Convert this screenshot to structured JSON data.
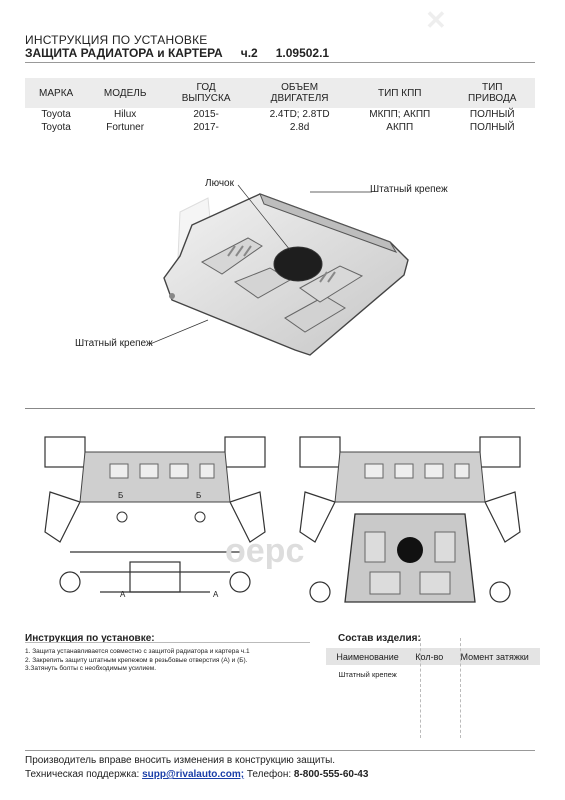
{
  "header": {
    "line1": "ИНСТРУКЦИЯ ПО УСТАНОВКЕ",
    "title": "ЗАЩИТА РАДИАТОРА и КАРТЕРА",
    "part": "ч.2",
    "code": "1.09502.1"
  },
  "spec_table": {
    "columns": [
      [
        "МАРКА"
      ],
      [
        "МОДЕЛЬ"
      ],
      [
        "ГОД",
        "ВЫПУСКА"
      ],
      [
        "ОБЪЕМ",
        "ДВИГАТЕЛЯ"
      ],
      [
        "ТИП КПП"
      ],
      [
        "ТИП",
        "ПРИВОДА"
      ]
    ],
    "rows": [
      [
        "Toyota",
        "Hilux",
        "2015-",
        "2.4TD; 2.8TD",
        "МКПП; АКПП",
        "ПОЛНЫЙ"
      ],
      [
        "Toyota",
        "Fortuner",
        "2017-",
        "2.8d",
        "АКПП",
        "ПОЛНЫЙ"
      ]
    ]
  },
  "diagram": {
    "label_hatch": "Лючок",
    "label_fastener_top": "Штатный крепеж",
    "label_fastener_left": "Штатный крепеж"
  },
  "photos": {
    "marker_b": "Б",
    "marker_a": "А"
  },
  "watermark": "oepc",
  "instructions": {
    "title": "Инструкция по установке:",
    "items": [
      "1. Защита устанавливается совместно с защитой радиатора и картера ч.1",
      "2. Закрепить защиту штатным крепежом в резьбовые отверстия (А) и (Б).",
      "3.Затянуть болты с необходимым усилием."
    ]
  },
  "composition": {
    "title": "Состав изделия:",
    "headers": [
      "Наименование",
      "Кол-во",
      "Момент затяжки"
    ],
    "rows": [
      [
        "Штатный крепеж",
        "",
        ""
      ]
    ]
  },
  "footer": {
    "line1": "Производитель вправе вносить изменения в конструкцию защиты.",
    "support_label": "Техническая поддержка:",
    "email": "supp@rivalauto.com;",
    "phone_label": "Телефон:",
    "phone": "8-800-555-60-43"
  },
  "colors": {
    "link": "#1a3ea8",
    "header_bg": "#ececec"
  }
}
